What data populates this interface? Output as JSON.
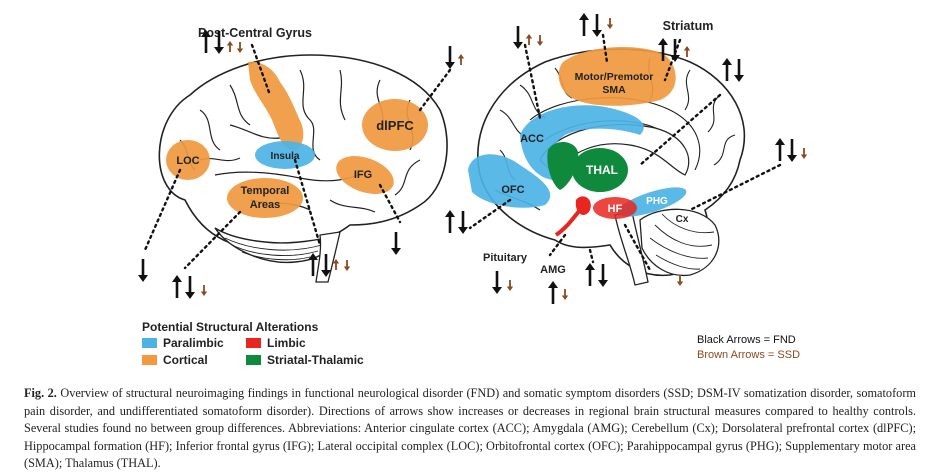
{
  "colors": {
    "paralimbic": "#4db3e6",
    "limbic": "#e8261f",
    "cortical": "#f0993f",
    "striatal_thalamic": "#0f8a3c",
    "fnd_arrow": "#111111",
    "ssd_arrow": "#8a4a1f"
  },
  "left_brain": {
    "label_post_central": "Post-Central Gyrus",
    "label_loc": "LOC",
    "label_insula": "Insula",
    "label_temporal_1": "Temporal",
    "label_temporal_2": "Areas",
    "label_ifg": "IFG",
    "label_dlpfc": "dlPFC"
  },
  "right_brain": {
    "label_striatum": "Striatum",
    "label_motor_1": "Motor/Premotor",
    "label_motor_2": "SMA",
    "label_acc": "ACC",
    "label_ofc": "OFC",
    "label_thal": "THAL",
    "label_hf": "HF",
    "label_phg": "PHG",
    "label_cx": "Cx",
    "label_pituitary": "Pituitary",
    "label_amg": "AMG"
  },
  "legend": {
    "title": "Potential Structural Alterations",
    "paralimbic": "Paralimbic",
    "limbic": "Limbic",
    "cortical": "Cortical",
    "striatal": "Striatal-Thalamic"
  },
  "key": {
    "black": "Black Arrows = FND",
    "brown": "Brown Arrows = SSD"
  },
  "caption": {
    "label": "Fig. 2.",
    "text": "Overview of structural neuroimaging findings in functional neurological disorder (FND) and somatic symptom disorders (SSD; DSM-IV somatization disorder, somatoform pain disorder, and undifferentiated somatoform disorder). Directions of arrows show increases or decreases in regional brain structural measures compared to healthy controls. Several studies found no between group differences. Abbreviations: Anterior cingulate cortex (ACC); Amygdala (AMG); Cerebellum (Cx); Dorsolateral prefrontal cortex (dlPFC); Hippocampal formation (HF); Inferior frontal gyrus (IFG); Lateral occipital complex (LOC); Orbitofrontal cortex (OFC); Parahippocampal gyrus (PHG); Supplementary motor area (SMA); Thalamus (THAL)."
  }
}
